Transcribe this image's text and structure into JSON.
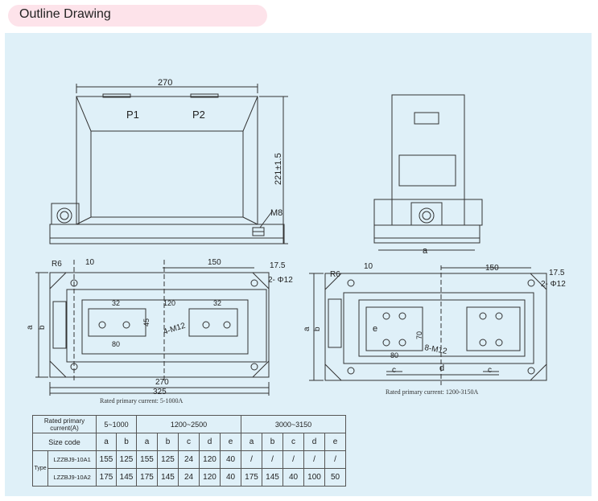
{
  "section_title": "Outline Drawing",
  "front_view": {
    "width_label": "270",
    "height_label": "221±1.5",
    "p1": "P1",
    "p2": "P2",
    "bolt_label": "M8"
  },
  "side_view": {
    "a_label": "a"
  },
  "plan_left": {
    "dims": {
      "r6": "R6",
      "ten": "10",
      "one_fifty": "150",
      "seventeen_five": "17.5",
      "hole": "2- Φ12",
      "thirty_two_a": "32",
      "one_twenty": "120",
      "thirty_two_b": "32",
      "forty_five": "45",
      "m12": "4-M12",
      "eighty": "80",
      "two_seventy": "270",
      "three_twenty_five": "325",
      "a": "a",
      "b": "b"
    },
    "caption": "Rated primary current: 5-1000A"
  },
  "plan_right": {
    "dims": {
      "r6": "R6",
      "ten": "10",
      "one_fifty": "150",
      "seventeen_five": "17.5",
      "hole": "2- Φ12",
      "e": "e",
      "seventy": "70",
      "eighty": "80",
      "m12": "8-M12",
      "c1": "c",
      "d": "d",
      "c2": "c",
      "a": "a",
      "b": "b"
    },
    "caption": "Rated primary current: 1200-3150A"
  },
  "table": {
    "row_header_current": "Rated primary current(A)",
    "groups": [
      "5~1000",
      "1200~2500",
      "3000~3150"
    ],
    "size_code_label": "Size code",
    "size_codes": [
      "a",
      "b",
      "a",
      "b",
      "c",
      "d",
      "e",
      "a",
      "b",
      "c",
      "d",
      "e"
    ],
    "type_label": "Type",
    "rows": [
      {
        "model": "LZZBJ9-10A1",
        "values": [
          "155",
          "125",
          "155",
          "125",
          "24",
          "120",
          "40",
          "/",
          "/",
          "/",
          "/",
          "/"
        ]
      },
      {
        "model": "LZZBJ9-10A2",
        "values": [
          "175",
          "145",
          "175",
          "145",
          "24",
          "120",
          "40",
          "175",
          "145",
          "40",
          "100",
          "50"
        ]
      }
    ]
  }
}
